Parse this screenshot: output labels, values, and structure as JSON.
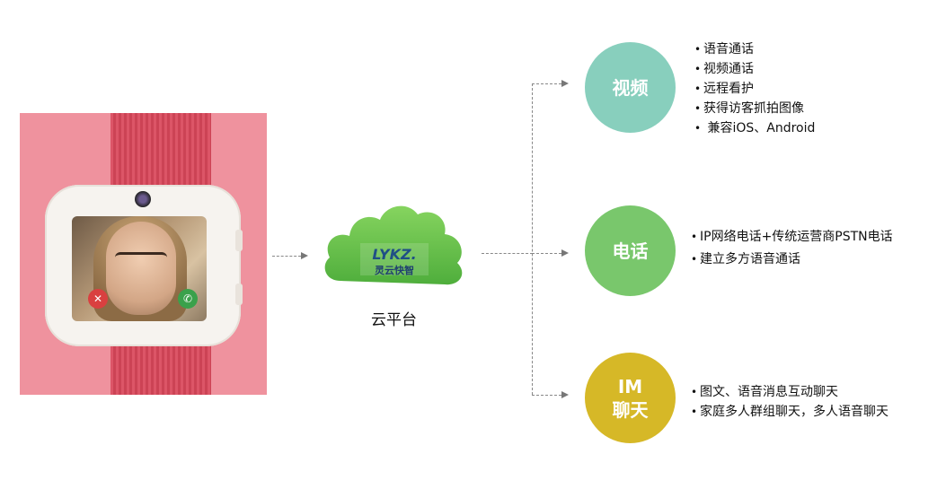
{
  "platform": {
    "label": "云平台",
    "logo_text_en": "LYKZ.",
    "logo_text_cn": "灵云快智"
  },
  "features": [
    {
      "title_lines": [
        "视频"
      ],
      "color": "#88cfbd",
      "bullets": [
        "语音通话",
        "视频通话",
        "远程看护",
        "获得访客抓拍图像",
        " 兼容iOS、Android"
      ]
    },
    {
      "title_lines": [
        "电话"
      ],
      "color": "#79c76c",
      "bullets": [
        "IP网络电话+传统运营商PSTN电话",
        "建立多方语音通话"
      ]
    },
    {
      "title_lines": [
        "IM",
        "聊天"
      ],
      "color": "#d6b827",
      "bullets": [
        "图文、语音消息互动聊天",
        "家庭多人群组聊天，多人语音聊天"
      ]
    }
  ],
  "colors": {
    "watch_panel_bg": "#ef929e",
    "cloud_green": "#6cc14f",
    "arrow": "#888888"
  },
  "icons": [
    "smartwatch-image",
    "cloud-icon",
    "arrow-right-icon",
    "decline-call-icon",
    "accept-call-icon"
  ]
}
